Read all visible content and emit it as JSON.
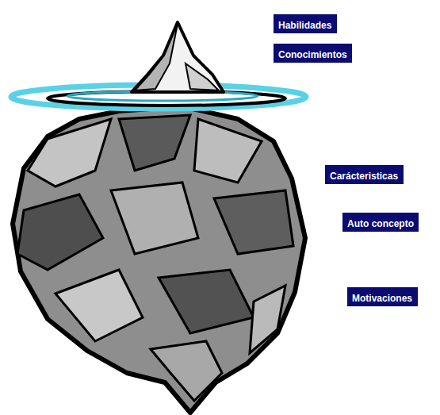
{
  "diagram": {
    "nodes": [
      {
        "text": [
          "Habilidades"
        ]
      },
      {
        "text": [
          "Conocimientos"
        ]
      },
      {
        "text": [
          "Carácteristicas"
        ]
      },
      {
        "text": [
          "Auto concepto"
        ]
      },
      {
        "text": [
          "Motivaciones"
        ]
      }
    ]
  }
}
